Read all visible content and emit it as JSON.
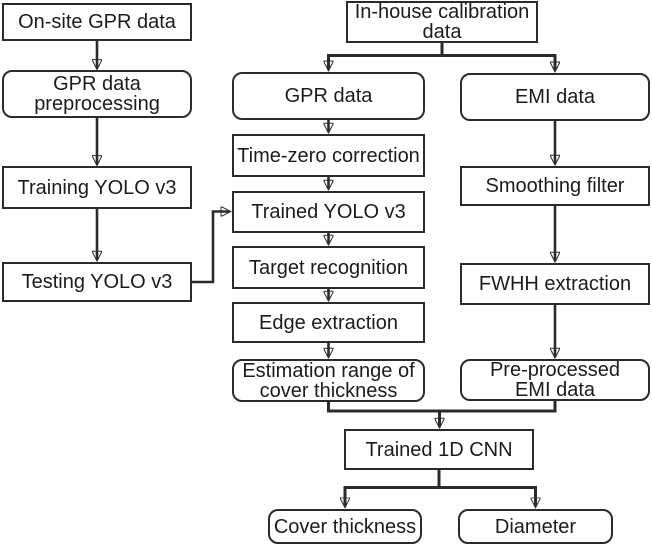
{
  "diagram_type": "flowchart",
  "colors": {
    "background": "#ffffff",
    "box_fill": "#ffffff",
    "line": "#2b2b2b",
    "text": "#1c1c1c"
  },
  "nodes": {
    "on_site_gpr": {
      "lines": [
        "On-site GPR data"
      ]
    },
    "gpr_preprocessing": {
      "lines": [
        "GPR data",
        "preprocessing"
      ]
    },
    "training_yolo": {
      "lines": [
        "Training YOLO v3"
      ]
    },
    "testing_yolo": {
      "lines": [
        "Testing YOLO v3"
      ]
    },
    "in_house_calibration": {
      "lines": [
        "In-house calibration",
        "data"
      ]
    },
    "gpr_data": {
      "lines": [
        "GPR data"
      ]
    },
    "time_zero": {
      "lines": [
        "Time-zero correction"
      ]
    },
    "trained_yolo": {
      "lines": [
        "Trained YOLO v3"
      ]
    },
    "target_recognition": {
      "lines": [
        "Target recognition"
      ]
    },
    "edge_extraction": {
      "lines": [
        "Edge extraction"
      ]
    },
    "estimation_range": {
      "lines": [
        "Estimation range of",
        "cover thickness"
      ]
    },
    "emi_data": {
      "lines": [
        "EMI data"
      ]
    },
    "smoothing_filter": {
      "lines": [
        "Smoothing filter"
      ]
    },
    "fwhh_extraction": {
      "lines": [
        "FWHH extraction"
      ]
    },
    "pre_processed_emi": {
      "lines": [
        "Pre-processed",
        "EMI data"
      ]
    },
    "trained_1d_cnn": {
      "lines": [
        "Trained 1D CNN"
      ]
    },
    "cover_thickness": {
      "lines": [
        "Cover thickness"
      ]
    },
    "diameter": {
      "lines": [
        "Diameter"
      ]
    }
  },
  "edges": [
    {
      "from": "On-site GPR data",
      "to": "GPR data preprocessing"
    },
    {
      "from": "GPR data preprocessing",
      "to": "Training YOLO v3"
    },
    {
      "from": "Training YOLO v3",
      "to": "Testing YOLO v3"
    },
    {
      "from": "Testing YOLO v3",
      "to": "Trained YOLO v3"
    },
    {
      "from": "In-house calibration data",
      "to": "GPR data"
    },
    {
      "from": "In-house calibration data",
      "to": "EMI data"
    },
    {
      "from": "GPR data",
      "to": "Time-zero correction"
    },
    {
      "from": "Time-zero correction",
      "to": "Trained YOLO v3"
    },
    {
      "from": "Trained YOLO v3",
      "to": "Target recognition"
    },
    {
      "from": "Target recognition",
      "to": "Edge extraction"
    },
    {
      "from": "Edge extraction",
      "to": "Estimation range of cover thickness"
    },
    {
      "from": "EMI data",
      "to": "Smoothing filter"
    },
    {
      "from": "Smoothing filter",
      "to": "FWHH extraction"
    },
    {
      "from": "FWHH extraction",
      "to": "Pre-processed EMI data"
    },
    {
      "from": "Estimation range of cover thickness",
      "to": "Trained 1D CNN"
    },
    {
      "from": "Pre-processed EMI data",
      "to": "Trained 1D CNN"
    },
    {
      "from": "Trained 1D CNN",
      "to": "Cover thickness"
    },
    {
      "from": "Trained 1D CNN",
      "to": "Diameter"
    }
  ]
}
